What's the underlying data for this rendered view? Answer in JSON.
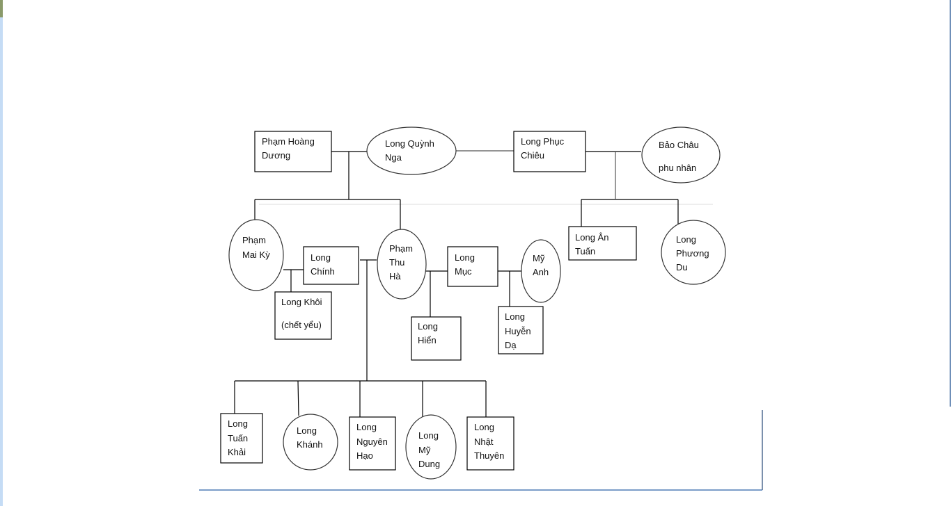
{
  "title": "Family tree",
  "nodes": {
    "pham_hoang_duong": {
      "shape": "rect",
      "lines": [
        "Phạm Hoàng",
        "Dương"
      ]
    },
    "long_quynh_nga": {
      "shape": "ellipse",
      "lines": [
        "Long Quỳnh",
        "Nga"
      ]
    },
    "long_phuc_chieu": {
      "shape": "rect",
      "lines": [
        "Long Phục",
        "Chiêu"
      ]
    },
    "bao_chau": {
      "shape": "ellipse",
      "lines": [
        "Bảo Châu",
        "phu nhân"
      ]
    },
    "pham_mai_ky": {
      "shape": "ellipse",
      "lines": [
        "Phạm",
        "Mai Kỳ"
      ]
    },
    "long_chinh": {
      "shape": "rect",
      "lines": [
        "Long",
        "Chính"
      ]
    },
    "long_khoi": {
      "shape": "rect",
      "lines": [
        "Long Khôi",
        "(chết yểu)"
      ]
    },
    "pham_thu_ha": {
      "shape": "ellipse",
      "lines": [
        "Phạm",
        "Thu",
        "Hà"
      ]
    },
    "long_muc": {
      "shape": "rect",
      "lines": [
        "Long",
        "Mục"
      ]
    },
    "my_anh": {
      "shape": "ellipse",
      "lines": [
        "Mỹ",
        "Anh"
      ]
    },
    "long_hien": {
      "shape": "rect",
      "lines": [
        "Long",
        "Hiển"
      ]
    },
    "long_huyen_da": {
      "shape": "rect",
      "lines": [
        "Long",
        "Huyễn",
        "Dạ"
      ]
    },
    "long_an_tuan": {
      "shape": "rect",
      "lines": [
        "Long Ân",
        "Tuấn"
      ]
    },
    "long_phuong_du": {
      "shape": "ellipse",
      "lines": [
        "Long",
        "Phương",
        "Du"
      ]
    },
    "long_tuan_khai": {
      "shape": "rect",
      "lines": [
        "Long",
        "Tuấn",
        "Khải"
      ]
    },
    "long_khanh": {
      "shape": "ellipse",
      "lines": [
        "Long",
        "Khánh"
      ]
    },
    "long_nguyen_hao": {
      "shape": "rect",
      "lines": [
        "Long",
        "Nguyên",
        "Hạo"
      ]
    },
    "long_my_dung": {
      "shape": "ellipse",
      "lines": [
        "Long",
        "Mỹ",
        "Dung"
      ]
    },
    "long_nhat_thuyen": {
      "shape": "rect",
      "lines": [
        "Long",
        "Nhật",
        "Thuyên"
      ]
    }
  }
}
